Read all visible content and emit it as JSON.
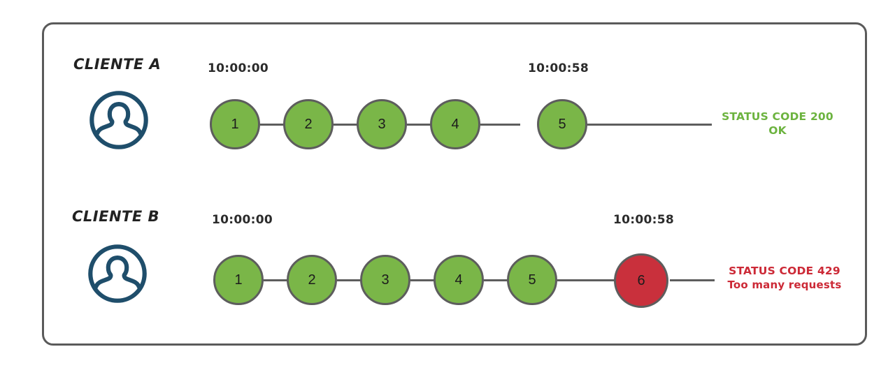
{
  "diagram": {
    "title_present": false,
    "colors": {
      "frame_border": "#5a5a5a",
      "node_ok": "#7ab648",
      "node_error": "#c9303c",
      "node_stroke": "#5d5d5d",
      "avatar": "#1f4e6b",
      "status_ok_text": "#6cb33f",
      "status_error_text": "#cc2936",
      "timestamp_text": "#2b2b2b",
      "client_label_text": "#222222"
    },
    "rows": [
      {
        "id": "client-a",
        "client_label": "CLIENTE A",
        "avatar_icon": "user-avatar-icon",
        "start_time": "10:00:00",
        "end_time": "10:00:58",
        "nodes": [
          {
            "label": "1",
            "state": "ok"
          },
          {
            "label": "2",
            "state": "ok"
          },
          {
            "label": "3",
            "state": "ok"
          },
          {
            "label": "4",
            "state": "ok"
          },
          {
            "label": "5",
            "state": "ok"
          }
        ],
        "status": {
          "line1": "STATUS CODE 200",
          "line2": "OK",
          "state": "ok"
        }
      },
      {
        "id": "client-b",
        "client_label": "CLIENTE B",
        "avatar_icon": "user-avatar-icon",
        "start_time": "10:00:00",
        "end_time": "10:00:58",
        "nodes": [
          {
            "label": "1",
            "state": "ok"
          },
          {
            "label": "2",
            "state": "ok"
          },
          {
            "label": "3",
            "state": "ok"
          },
          {
            "label": "4",
            "state": "ok"
          },
          {
            "label": "5",
            "state": "ok"
          },
          {
            "label": "6",
            "state": "error"
          }
        ],
        "status": {
          "line1": "STATUS CODE 429",
          "line2": "Too many requests",
          "state": "error"
        }
      }
    ]
  }
}
